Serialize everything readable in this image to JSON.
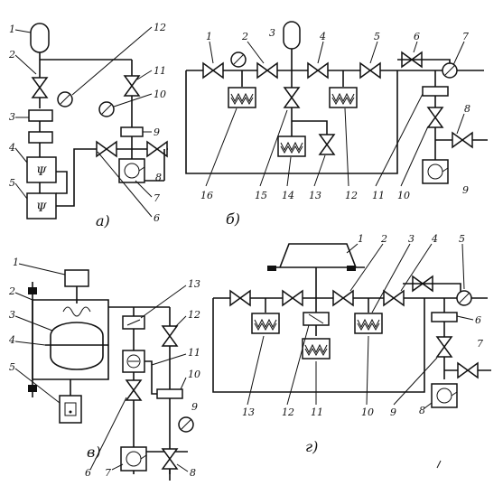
{
  "diagrams": [
    {
      "id": "a",
      "caption": "а)",
      "numbers": [
        "1",
        "2",
        "3",
        "4",
        "5",
        "6",
        "7",
        "8",
        "9",
        "10",
        "11",
        "12"
      ]
    },
    {
      "id": "b",
      "caption": "б)",
      "numbers": [
        "1",
        "2",
        "3",
        "4",
        "5",
        "6",
        "7",
        "8",
        "9",
        "10",
        "11",
        "12",
        "13",
        "14",
        "15",
        "16"
      ]
    },
    {
      "id": "v",
      "caption": "в)",
      "numbers": [
        "1",
        "2",
        "3",
        "4",
        "5",
        "6",
        "7",
        "8",
        "9",
        "10",
        "11",
        "12",
        "13"
      ]
    },
    {
      "id": "g",
      "caption": "г)",
      "numbers": [
        "1",
        "2",
        "3",
        "4",
        "5",
        "6",
        "7",
        "8",
        "9",
        "10",
        "11",
        "12",
        "13"
      ]
    }
  ],
  "icons": {
    "valve": "bow-tie-valve-icon",
    "gauge": "pressure-gauge-icon",
    "filter": "zigzag-filter-icon",
    "pump": "pump-icon",
    "vessel": "gas-vessel-icon",
    "trap": "cold-trap-icon"
  }
}
